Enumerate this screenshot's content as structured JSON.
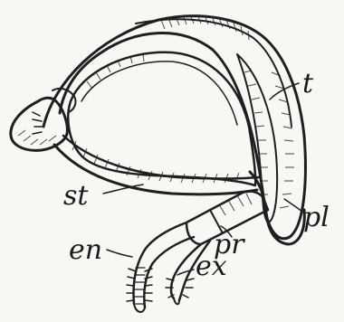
{
  "labels": {
    "t": "t",
    "st": "st",
    "pl": "pl",
    "pr": "pr",
    "en": "en",
    "ex": "ex"
  }
}
